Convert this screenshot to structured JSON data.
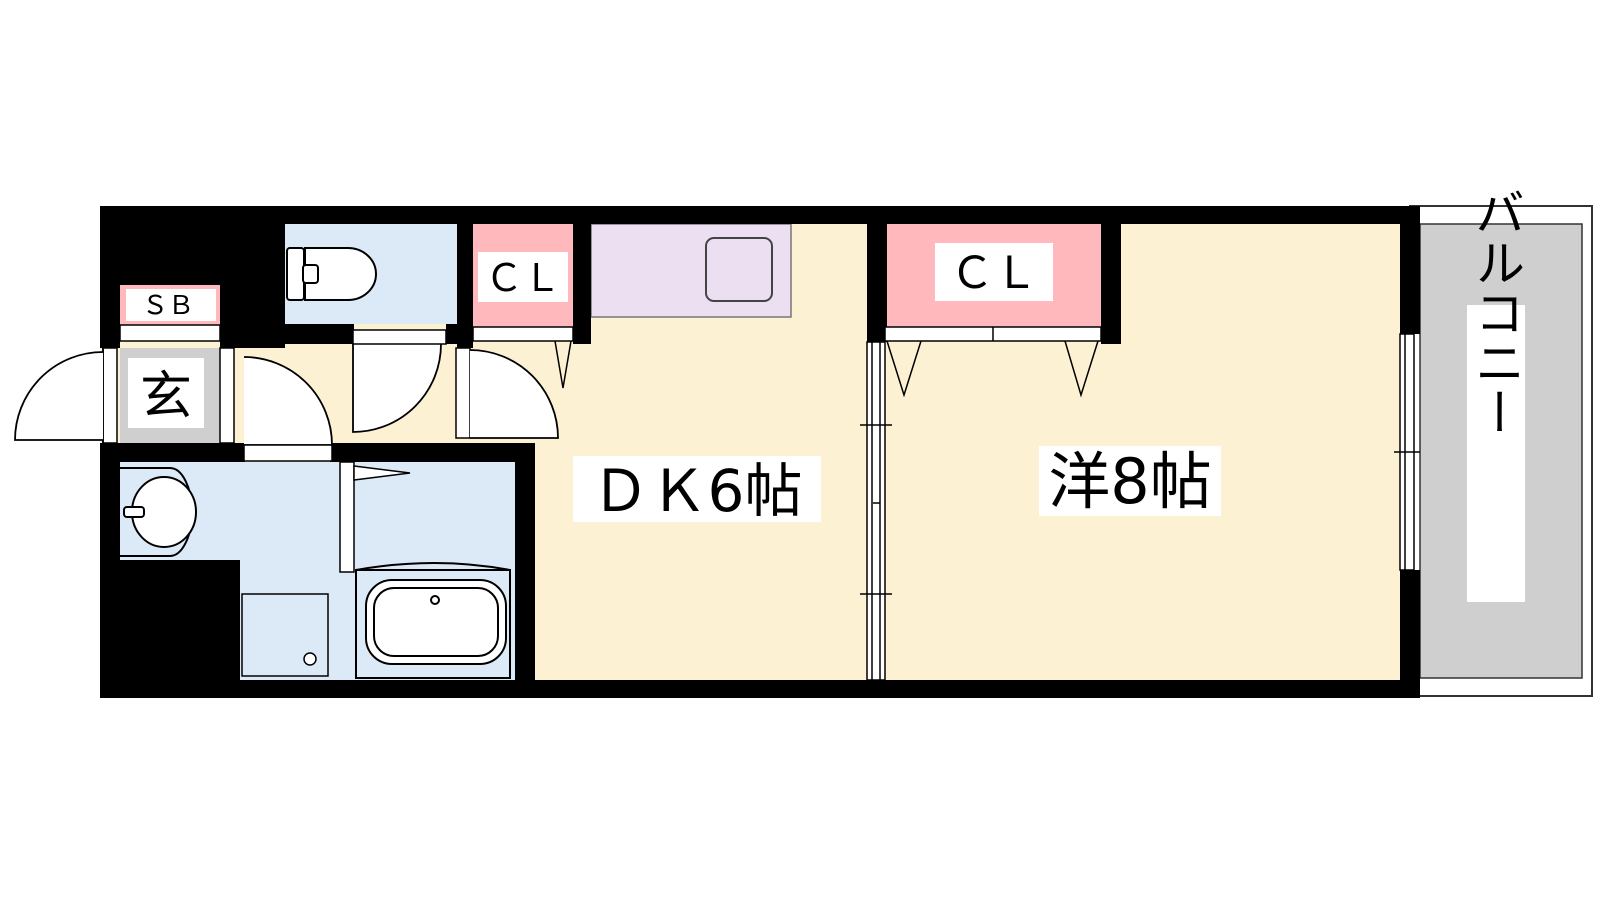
{
  "colors": {
    "wall": "#000000",
    "room_floor": "#fdf1d4",
    "wet_area": "#dceaf8",
    "closet": "#ffb8bc",
    "kitchen_counter": "#ecdff2",
    "entrance": "#cfcfcf",
    "balcony": "#cfcfcf",
    "label_bg": "#ffffff"
  },
  "rooms": {
    "dk_label": "ＤＫ6帖",
    "western_label": "洋8帖",
    "entrance_label": "玄",
    "shoe_box_label": "ＳＢ",
    "closet_label": "ＣＬ",
    "closet2_label": "ＣＬ",
    "balcony_label": "バルコニー"
  }
}
